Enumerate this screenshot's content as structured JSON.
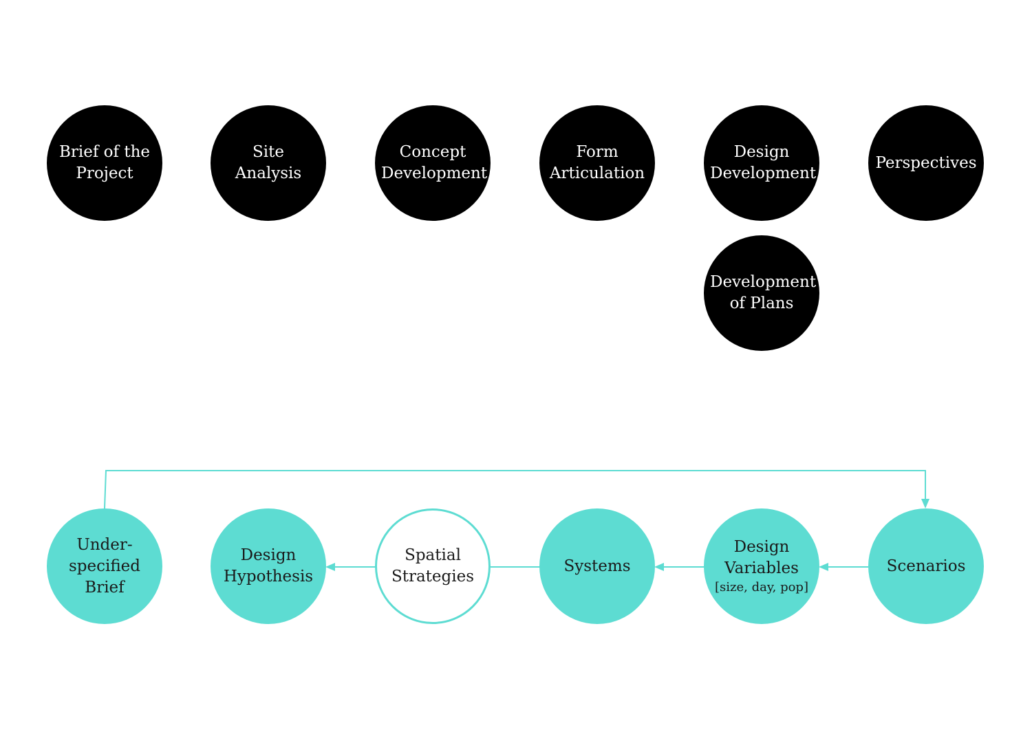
{
  "colors": {
    "dark_node": "#000000",
    "teal_node": "#5ddcd2",
    "connector": "#5ddcd2"
  },
  "traditional_process": [
    {
      "id": "brief-of-the-project",
      "label": "Brief of the\nProject"
    },
    {
      "id": "site-analysis",
      "label": "Site\nAnalysis"
    },
    {
      "id": "concept-development",
      "label": "Concept\nDevelopment"
    },
    {
      "id": "form-articulation",
      "label": "Form\nArticulation"
    },
    {
      "id": "design-development",
      "label": "Design\nDevelopment"
    },
    {
      "id": "perspectives",
      "label": "Perspectives"
    },
    {
      "id": "development-of-plans",
      "label": "Development\nof Plans"
    }
  ],
  "alternative_process": [
    {
      "id": "under-specified-brief",
      "label": "Under-\nspecified\nBrief"
    },
    {
      "id": "design-hypothesis",
      "label": "Design\nHypothesis"
    },
    {
      "id": "spatial-strategies",
      "label": "Spatial\nStrategies"
    },
    {
      "id": "systems",
      "label": "Systems"
    },
    {
      "id": "design-variables",
      "label": "Design\nVariables",
      "sublabel": "[size, day, pop]"
    },
    {
      "id": "scenarios",
      "label": "Scenarios"
    }
  ],
  "edges": [
    {
      "from": "under-specified-brief",
      "to": "scenarios"
    },
    {
      "from": "scenarios",
      "to": "design-variables"
    },
    {
      "from": "design-variables",
      "to": "systems"
    },
    {
      "from": "systems",
      "to": "spatial-strategies"
    },
    {
      "from": "spatial-strategies",
      "to": "design-hypothesis"
    }
  ]
}
